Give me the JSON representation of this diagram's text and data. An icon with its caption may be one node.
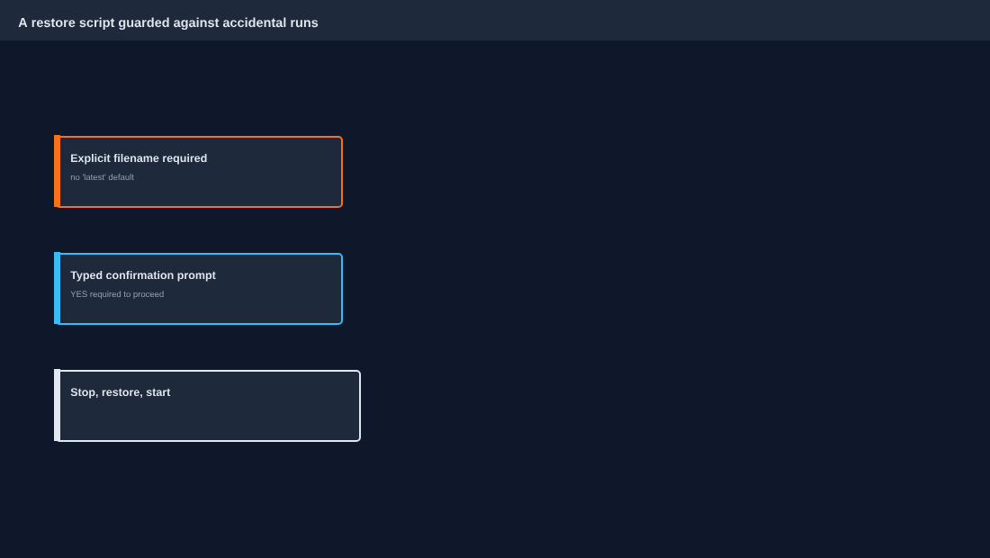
{
  "diagram": {
    "title": "A restore script guarded against accidental runs",
    "nodes": [
      {
        "text": [
          "Explicit filename required",
          "no 'latest' default"
        ]
      },
      {
        "text": [
          "Typed confirmation prompt",
          "YES required to proceed"
        ]
      },
      {
        "text": [
          "Stop, restore, start"
        ]
      }
    ]
  }
}
